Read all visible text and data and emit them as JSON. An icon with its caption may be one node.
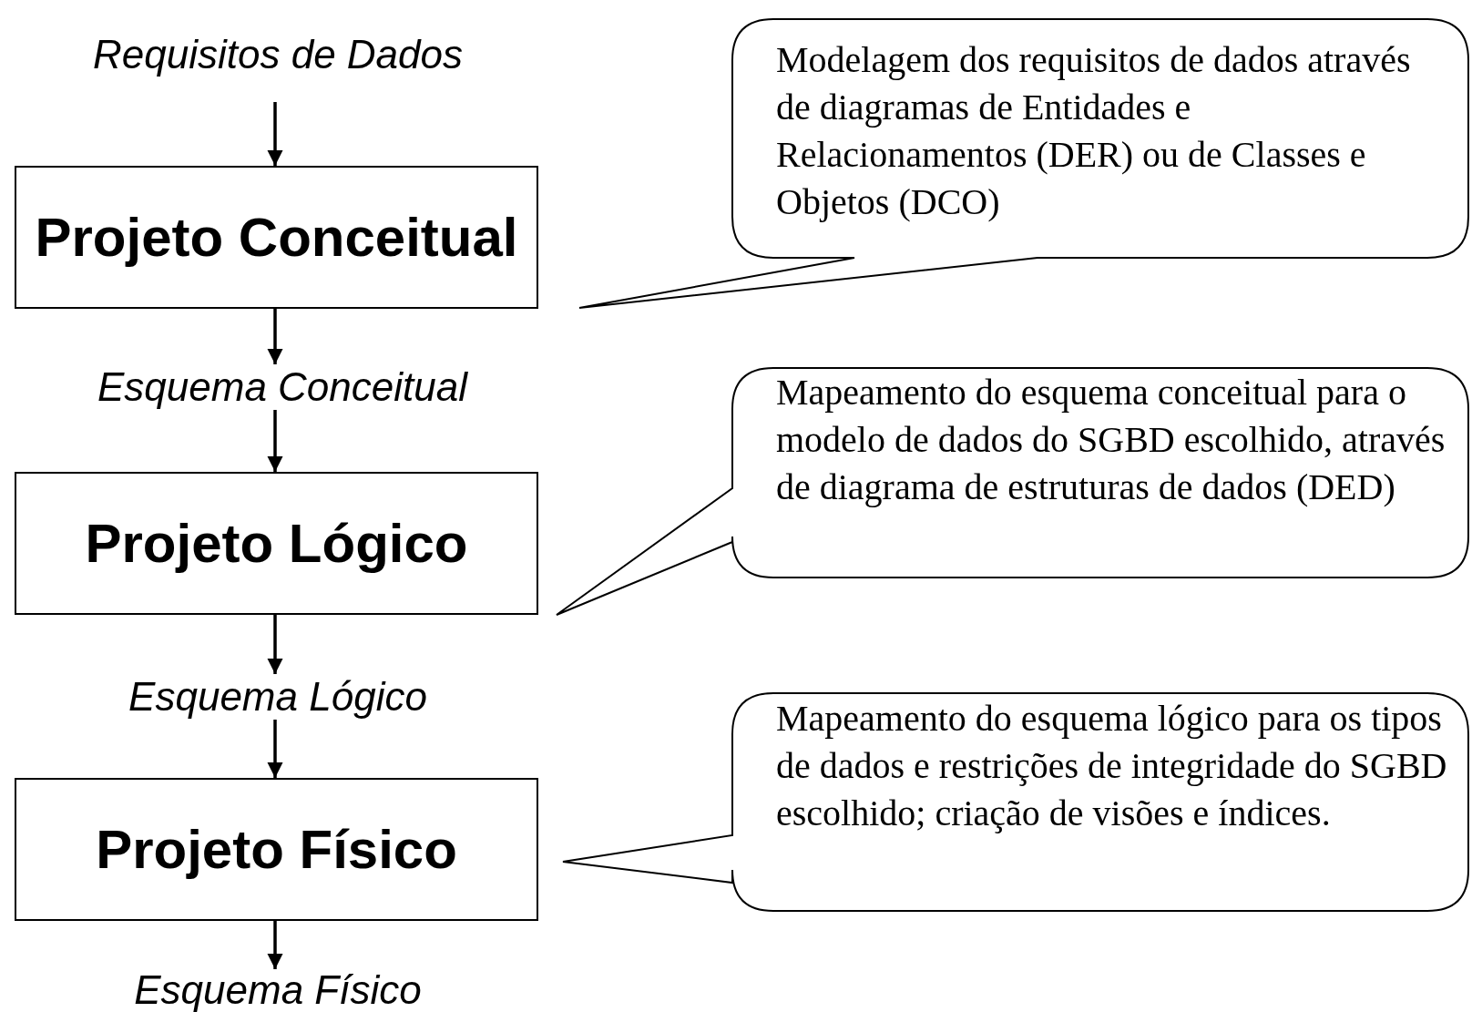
{
  "diagram": {
    "nodes": [
      {
        "text": [
          "Requisitos de Dados"
        ]
      },
      {
        "text": [
          "Projeto Conceitual"
        ]
      },
      {
        "text": [
          "Esquema Conceitual"
        ]
      },
      {
        "text": [
          "Projeto Lógico"
        ]
      },
      {
        "text": [
          "Esquema Lógico"
        ]
      },
      {
        "text": [
          "Projeto Físico"
        ]
      },
      {
        "text": [
          "Esquema Físico"
        ]
      },
      {
        "text": [
          "Modelagem dos requisitos de dados através de diagramas de Entidades e Relacionamentos (DER) ou de Classes e Objetos (DCO)"
        ]
      },
      {
        "text": [
          "Mapeamento do esquema conceitual para o modelo de dados do SGBD escolhido, através de diagrama de estruturas de dados (DED)"
        ]
      },
      {
        "text": [
          "Mapeamento do esquema lógico para os tipos de dados e restrições de integridade do SGBD escolhido; criação de visões e índices."
        ]
      }
    ],
    "edges": [
      {
        "from": 0,
        "to": 1,
        "arrow": "to"
      },
      {
        "from": 1,
        "to": 2,
        "arrow": "to"
      },
      {
        "from": 2,
        "to": 3,
        "arrow": "to"
      },
      {
        "from": 3,
        "to": 4,
        "arrow": "to"
      },
      {
        "from": 4,
        "to": 5,
        "arrow": "to"
      },
      {
        "from": 5,
        "to": 6,
        "arrow": "to"
      }
    ]
  }
}
